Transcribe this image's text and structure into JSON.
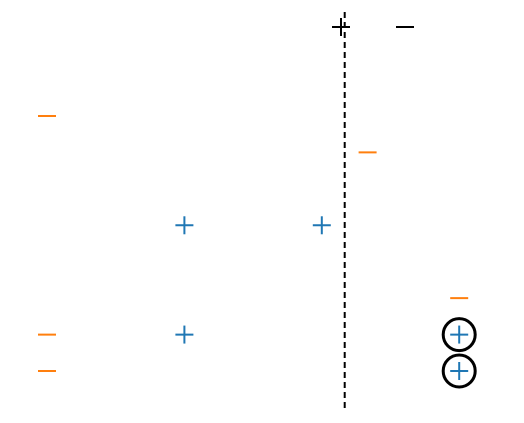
{
  "diagram": {
    "type": "scatter",
    "header_legend": [
      {
        "symbol": "+",
        "color_key": "header"
      },
      {
        "symbol": "−",
        "color_key": "header"
      }
    ],
    "colors": {
      "header": "#000000",
      "divider": "#000000",
      "positive": "#1f77b4",
      "negative": "#ff7f0e",
      "circle": "#000000"
    },
    "divider_style": "dashed"
  },
  "chart_data": {
    "type": "scatter",
    "grid": false,
    "axes_visible": false,
    "divider": {
      "orientation": "vertical",
      "x": 7.5,
      "style": "dashed"
    },
    "points": [
      {
        "x": 1.0,
        "y": 8.0,
        "label": "negative",
        "circled": false
      },
      {
        "x": 1.0,
        "y": 2.0,
        "label": "negative",
        "circled": false
      },
      {
        "x": 1.0,
        "y": 1.0,
        "label": "negative",
        "circled": false
      },
      {
        "x": 4.0,
        "y": 5.0,
        "label": "positive",
        "circled": false
      },
      {
        "x": 4.0,
        "y": 2.0,
        "label": "positive",
        "circled": false
      },
      {
        "x": 7.0,
        "y": 5.0,
        "label": "positive",
        "circled": false
      },
      {
        "x": 8.0,
        "y": 7.0,
        "label": "negative",
        "circled": false
      },
      {
        "x": 10.0,
        "y": 3.0,
        "label": "negative",
        "circled": false
      },
      {
        "x": 10.0,
        "y": 2.0,
        "label": "positive",
        "circled": true
      },
      {
        "x": 10.0,
        "y": 1.0,
        "label": "positive",
        "circled": true
      }
    ]
  }
}
